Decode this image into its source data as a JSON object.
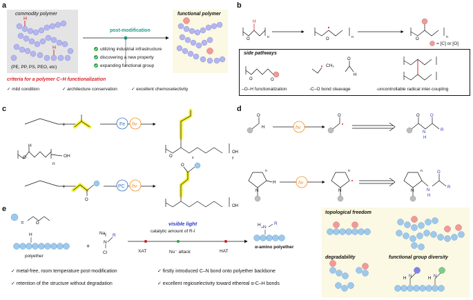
{
  "panel_a": {
    "letter": "a",
    "commodity_title": "commodity polymer",
    "commodity_examples": "(PE, PP, PS, PEO, etc)",
    "arrow_label": "post-modification",
    "benefits": [
      "utilizing industrial infrastructure",
      "discovering a new property",
      "expanding functional group"
    ],
    "functional_title": "functional polymer",
    "criteria_title": "criteria for a polymer C–H functionalization",
    "criteria": [
      "✓ mild condition",
      "✓ architecture conservation",
      "✓ excellent chemoselectivity"
    ],
    "h_label": "H"
  },
  "panel_b": {
    "letter": "b",
    "legend": "= [C] or [O]",
    "side_title": "side pathways",
    "side_labels": [
      "–O–H functionalization",
      "-C–O bond cleavage",
      "-uncontrollable radical inter-coupling"
    ],
    "n": "n",
    "ch2": "CH₂",
    "h": "H",
    "o": "O"
  },
  "panel_c": {
    "letter": "c",
    "fe": "Fe",
    "pc": "PC",
    "hv": "hν",
    "oh": "OH",
    "h": "H",
    "o": "O",
    "n": "n",
    "x": "x",
    "y": "y"
  },
  "panel_d": {
    "letter": "d",
    "hv": "hν",
    "o": "O",
    "h": "H",
    "n_atom": "N",
    "r": "R",
    "n": "n"
  },
  "panel_e": {
    "letter": "e",
    "legend_eq": "=",
    "polyether_label": "polyether",
    "h": "H",
    "reagent_na": "Na",
    "reagent_n": "N",
    "reagent_r": "R",
    "reagent_cl": "Cl",
    "arrow_top": "visible light",
    "arrow_sub": "catalytic amount of R-I",
    "steps": [
      "XAT",
      "Nu⁻ attack",
      "HAT"
    ],
    "product_label": "α-amino polyether",
    "product_r": "R",
    "features": [
      "✓ metal-free, room temperature post-modification",
      "✓ firstly introduced C–N bond onto polyether backbone",
      "✓ retention of the structure without degradation",
      "✓ excellent regioselectivity toward ethereal α-C–H bonds"
    ],
    "box_titles": [
      "topological freedom",
      "degradability",
      "functional group diversity"
    ]
  },
  "colors": {
    "blue_bead": "#9ec9ec",
    "lilac_bead": "#b4b6ee",
    "pink_bead": "#f19a9a",
    "red": "#d8232a",
    "teal": "#1f9a8a",
    "green_check": "#27a345",
    "orange_hv": "#f08a1f",
    "blue_fe": "#2f6fc2",
    "yellow_hl": "#f3f03a",
    "amide_blue": "#2b34c8"
  }
}
